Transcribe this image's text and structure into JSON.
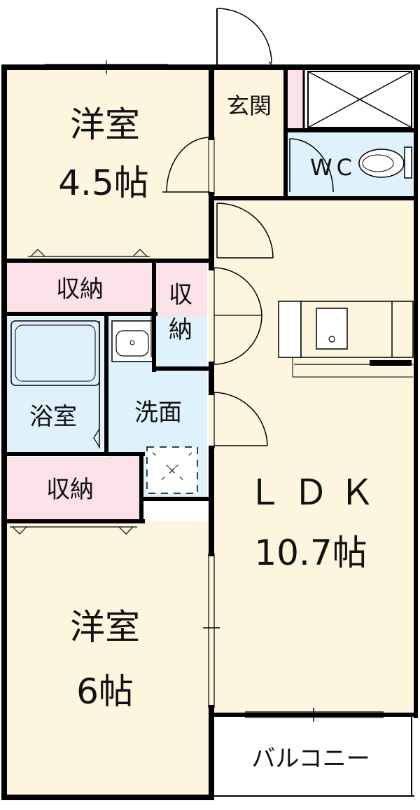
{
  "rooms": {
    "bedroom_north": {
      "name": "洋室",
      "size": "4.5帖"
    },
    "bedroom_south": {
      "name": "洋室",
      "size": "6帖"
    },
    "ldk": {
      "name": "Ｌ Ｄ Ｋ",
      "size": "10.7帖"
    },
    "entrance": {
      "name": "玄関"
    },
    "wc": {
      "name": "WC"
    },
    "bath": {
      "name": "浴室"
    },
    "washroom": {
      "name": "洗面"
    },
    "storage_north": {
      "name": "収納"
    },
    "storage_mid": {
      "name": "収納"
    },
    "storage_south": {
      "name": "収納"
    },
    "balcony": {
      "name": "バルコニー"
    }
  },
  "colors": {
    "room_fill": "#fdf5dd",
    "storage_fill": "#fbe1e8",
    "wet_fill": "#dff1fb",
    "wall": "#000000"
  }
}
